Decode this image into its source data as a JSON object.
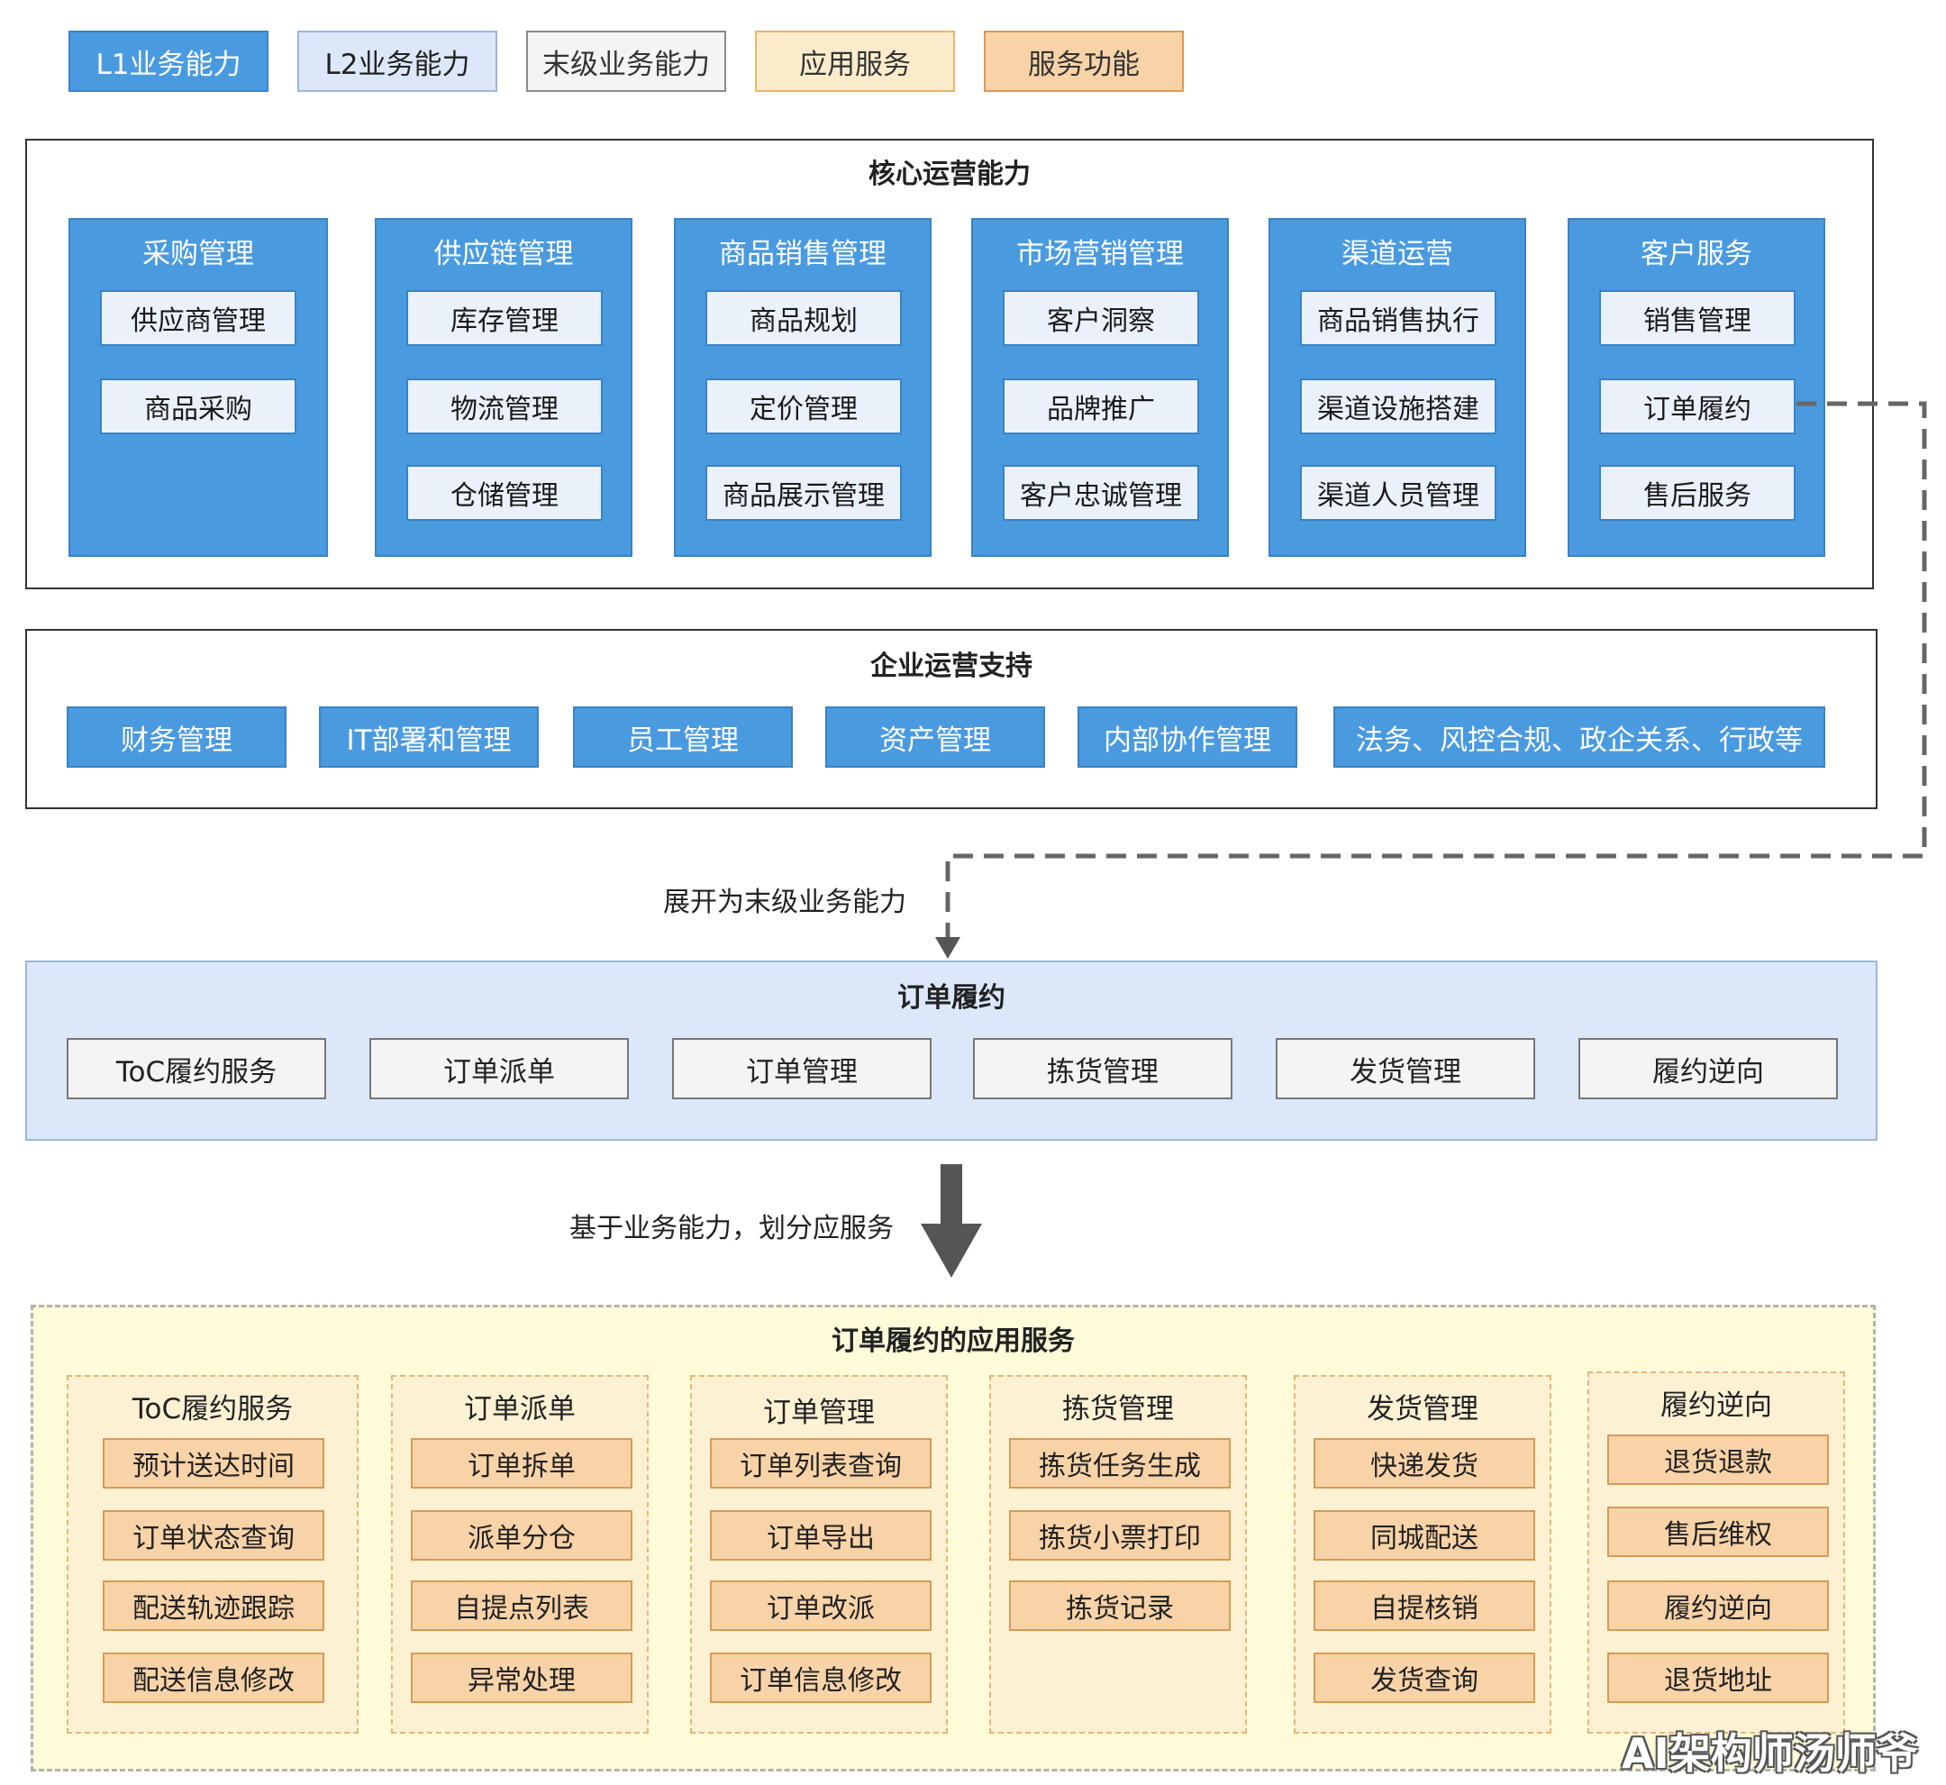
{
  "legend": {
    "l1": "L1业务能力",
    "l2": "L2业务能力",
    "leaf": "末级业务能力",
    "app": "应用服务",
    "func": "服务功能"
  },
  "core": {
    "title": "核心运营能力",
    "columns": [
      {
        "title": "采购管理",
        "items": [
          "供应商管理",
          "商品采购"
        ]
      },
      {
        "title": "供应链管理",
        "items": [
          "库存管理",
          "物流管理",
          "仓储管理"
        ]
      },
      {
        "title": "商品销售管理",
        "items": [
          "商品规划",
          "定价管理",
          "商品展示管理"
        ]
      },
      {
        "title": "市场营销管理",
        "items": [
          "客户洞察",
          "品牌推广",
          "客户忠诚管理"
        ]
      },
      {
        "title": "渠道运营",
        "items": [
          "商品销售执行",
          "渠道设施搭建",
          "渠道人员管理"
        ]
      },
      {
        "title": "客户服务",
        "items": [
          "销售管理",
          "订单履约",
          "售后服务"
        ]
      }
    ]
  },
  "support": {
    "title": "企业运营支持",
    "items": [
      "财务管理",
      "IT部署和管理",
      "员工管理",
      "资产管理",
      "内部协作管理",
      "法务、风控合规、政企关系、行政等"
    ]
  },
  "expand_caption": "展开为末级业务能力",
  "order": {
    "title": "订单履约",
    "items": [
      "ToC履约服务",
      "订单派单",
      "订单管理",
      "拣货管理",
      "发货管理",
      "履约逆向"
    ]
  },
  "split_caption": "基于业务能力，划分应服务",
  "app_services": {
    "title": "订单履约的应用服务",
    "groups": [
      {
        "title": "ToC履约服务",
        "items": [
          "预计送达时间",
          "订单状态查询",
          "配送轨迹跟踪",
          "配送信息修改"
        ]
      },
      {
        "title": "订单派单",
        "items": [
          "订单拆单",
          "派单分仓",
          "自提点列表",
          "异常处理"
        ]
      },
      {
        "title": "订单管理",
        "items": [
          "订单列表查询",
          "订单导出",
          "订单改派",
          "订单信息修改"
        ]
      },
      {
        "title": "拣货管理",
        "items": [
          "拣货任务生成",
          "拣货小票打印",
          "拣货记录"
        ]
      },
      {
        "title": "发货管理",
        "items": [
          "快递发货",
          "同城配送",
          "自提核销",
          "发货查询"
        ]
      },
      {
        "title": "履约逆向",
        "items": [
          "退货退款",
          "售后维权",
          "履约逆向",
          "退货地址"
        ]
      }
    ]
  },
  "watermark": "AI架构师汤师爷",
  "colors": {
    "l1": "#4a9ae0",
    "l2": "#dce8fa",
    "leaf": "#f4f4f4",
    "app": "#fdeccc",
    "func": "#f8d3a8",
    "app_bg": "#fefbd9"
  }
}
